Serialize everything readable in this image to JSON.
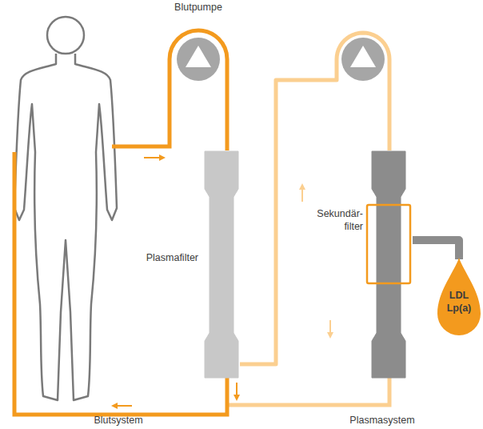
{
  "diagram": {
    "nodes": [
      {
        "text": [
          "Blutpumpe"
        ]
      },
      {
        "text": [
          "Plasmafilter"
        ]
      },
      {
        "text": [
          "Sekundär- filter"
        ]
      },
      {
        "text": [
          "LDL Lp(a)"
        ]
      }
    ],
    "edges": [
      {
        "from": 0,
        "to": 1,
        "arrow": "none"
      },
      {
        "from": 1,
        "to": 2,
        "arrow": "none"
      },
      {
        "from": 2,
        "to": 3,
        "arrow": "none"
      }
    ],
    "labels": [
      "Blutsystem",
      "Plasmasystem"
    ]
  }
}
